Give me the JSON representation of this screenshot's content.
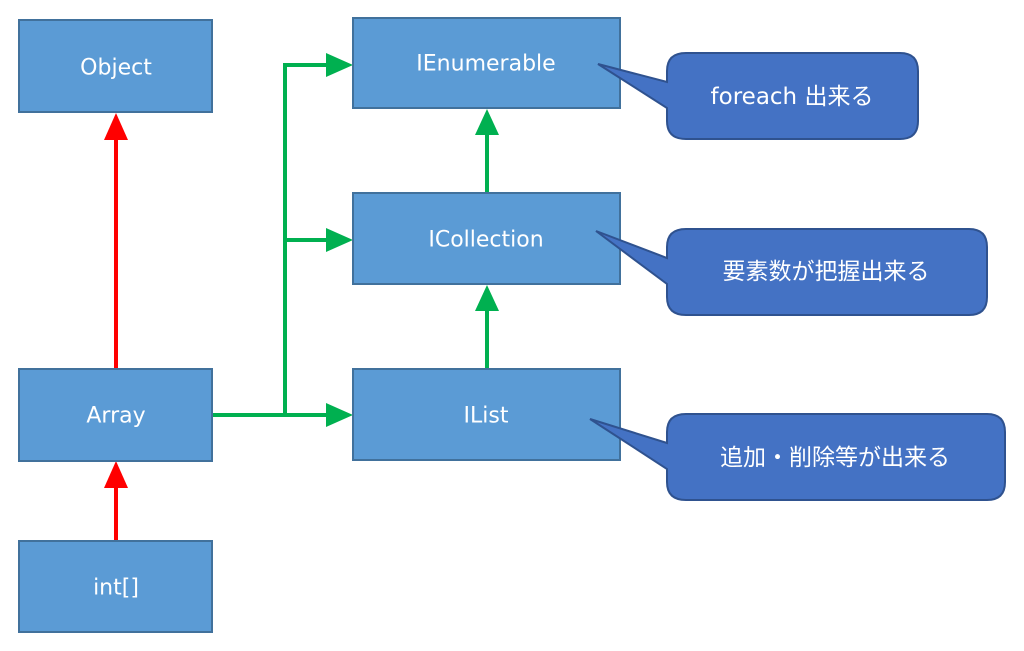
{
  "nodes": {
    "object": "Object",
    "array": "Array",
    "int_array": "int[]",
    "ienumerable": "IEnumerable",
    "icollection": "ICollection",
    "ilist": "IList"
  },
  "callouts": {
    "foreach": "foreach 出来る",
    "count": "要素数が把握出来る",
    "add_remove": "追加・削除等が出来る"
  },
  "colors": {
    "node_fill": "#5b9bd5",
    "node_border": "#41719c",
    "callout_fill": "#4472c4",
    "inheritance_arrow": "#ff0000",
    "interface_arrow": "#00b050"
  }
}
